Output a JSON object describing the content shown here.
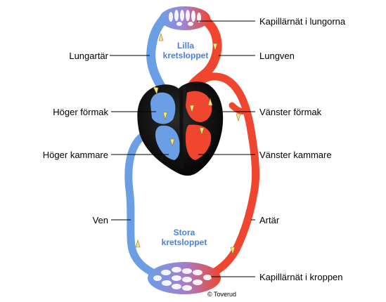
{
  "labels": {
    "pulmonary_capillaries": "Kapillärnät i lungorna",
    "pulmonary_artery": "Lungartär",
    "pulmonary_vein": "Lungven",
    "right_atrium": "Höger förmak",
    "left_atrium": "Vänster förmak",
    "right_ventricle": "Höger kammare",
    "left_ventricle": "Vänster kammare",
    "vein": "Ven",
    "artery": "Artär",
    "body_capillaries": "Kapillärnät i kroppen"
  },
  "circuits": {
    "small_line1": "Lilla",
    "small_line2": "kretsloppet",
    "large_line1": "Stora",
    "large_line2": "kretsloppet"
  },
  "credit": "© Toverud",
  "colors": {
    "oxygen_poor": "#6a9fe6",
    "oxygen_rich": "#f0452e",
    "heart_wall": "#111111",
    "circuit_text": "#4a7fe0",
    "arrow": "#f3e58c"
  }
}
